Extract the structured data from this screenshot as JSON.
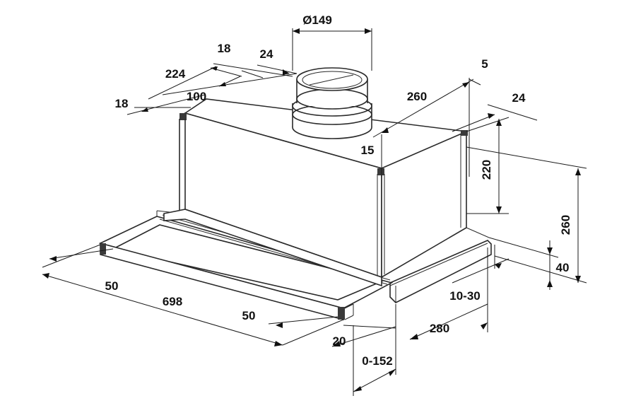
{
  "diagram": {
    "duct_diameter": "Ø149",
    "dims": {
      "top_18_a": "18",
      "top_24_a": "24",
      "top_224": "224",
      "top_100": "100",
      "left_18": "18",
      "right_5": "5",
      "right_260_depth": "260",
      "right_24": "24",
      "right_15": "15",
      "height_220": "220",
      "height_260": "260",
      "height_40": "40",
      "front_50_left": "50",
      "width_698": "698",
      "front_50_right": "50",
      "front_20": "20",
      "extension_10_30": "10-30",
      "depth_280": "280",
      "slide_0_152": "0-152"
    }
  }
}
